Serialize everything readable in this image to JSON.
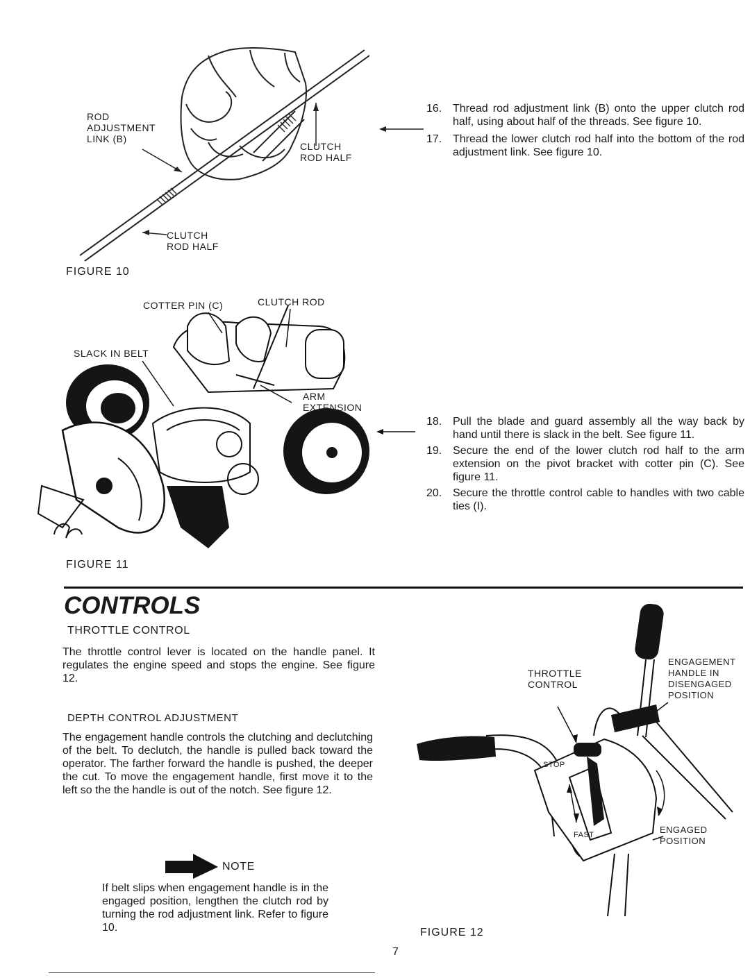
{
  "figure10": {
    "caption": "FIGURE 10",
    "labels": {
      "rod_adjustment_link": [
        "ROD",
        "ADJUSTMENT",
        "LINK (B)"
      ],
      "clutch_rod_half_upper": [
        "CLUTCH",
        "ROD HALF"
      ],
      "clutch_rod_half_lower": [
        "CLUTCH",
        "ROD HALF"
      ]
    }
  },
  "steps_top": [
    {
      "num": "16.",
      "text": "Thread rod adjustment link (B) onto the upper clutch rod half, using about half of the threads. See figure 10."
    },
    {
      "num": "17.",
      "text": "Thread the lower clutch rod half into the bottom of the rod adjustment link. See figure 10."
    }
  ],
  "figure11": {
    "caption": "FIGURE 11",
    "labels": {
      "cotter_pin": "COTTER PIN (C)",
      "clutch_rod": "CLUTCH ROD",
      "slack_in_belt": "SLACK IN BELT",
      "arm_extension": [
        "ARM",
        "EXTENSION"
      ]
    }
  },
  "steps_bottom": [
    {
      "num": "18.",
      "text": "Pull the blade and guard assembly all the way back by hand until there is slack in the belt. See figure 11."
    },
    {
      "num": "19.",
      "text": "Secure the end of the lower clutch rod half to the arm extension on the pivot bracket with cotter pin (C). See figure 11."
    },
    {
      "num": "20.",
      "text": "Secure the throttle control cable to handles with two cable ties (I)."
    }
  ],
  "controls": {
    "title": "CONTROLS",
    "throttle_heading": "THROTTLE CONTROL",
    "throttle_text": "The throttle control lever is located on the handle panel. It regulates the engine speed and stops the engine. See figure 12.",
    "depth_heading": "DEPTH CONTROL ADJUSTMENT",
    "depth_text": "The engagement handle controls the clutching and declutching of the belt. To declutch, the handle is pulled back toward the operator. The farther forward the handle is pushed, the deeper the cut. To move the engagement handle, first move it to the left so the the handle is out of the notch. See figure 12.",
    "note_label": "NOTE",
    "note_text": "If belt slips when engagement handle is in the engaged position, lengthen the clutch rod by turning the rod adjustment link. Refer to figure 10."
  },
  "figure12": {
    "caption": "FIGURE 12",
    "labels": {
      "throttle_control": [
        "THROTTLE",
        "CONTROL"
      ],
      "engagement_handle": [
        "ENGAGEMENT",
        "HANDLE IN",
        "DISENGAGED",
        "POSITION"
      ],
      "stop": "STOP",
      "fast": "FAST",
      "engaged_position": [
        "ENGAGED",
        "POSITION"
      ]
    }
  },
  "page_number": "7"
}
